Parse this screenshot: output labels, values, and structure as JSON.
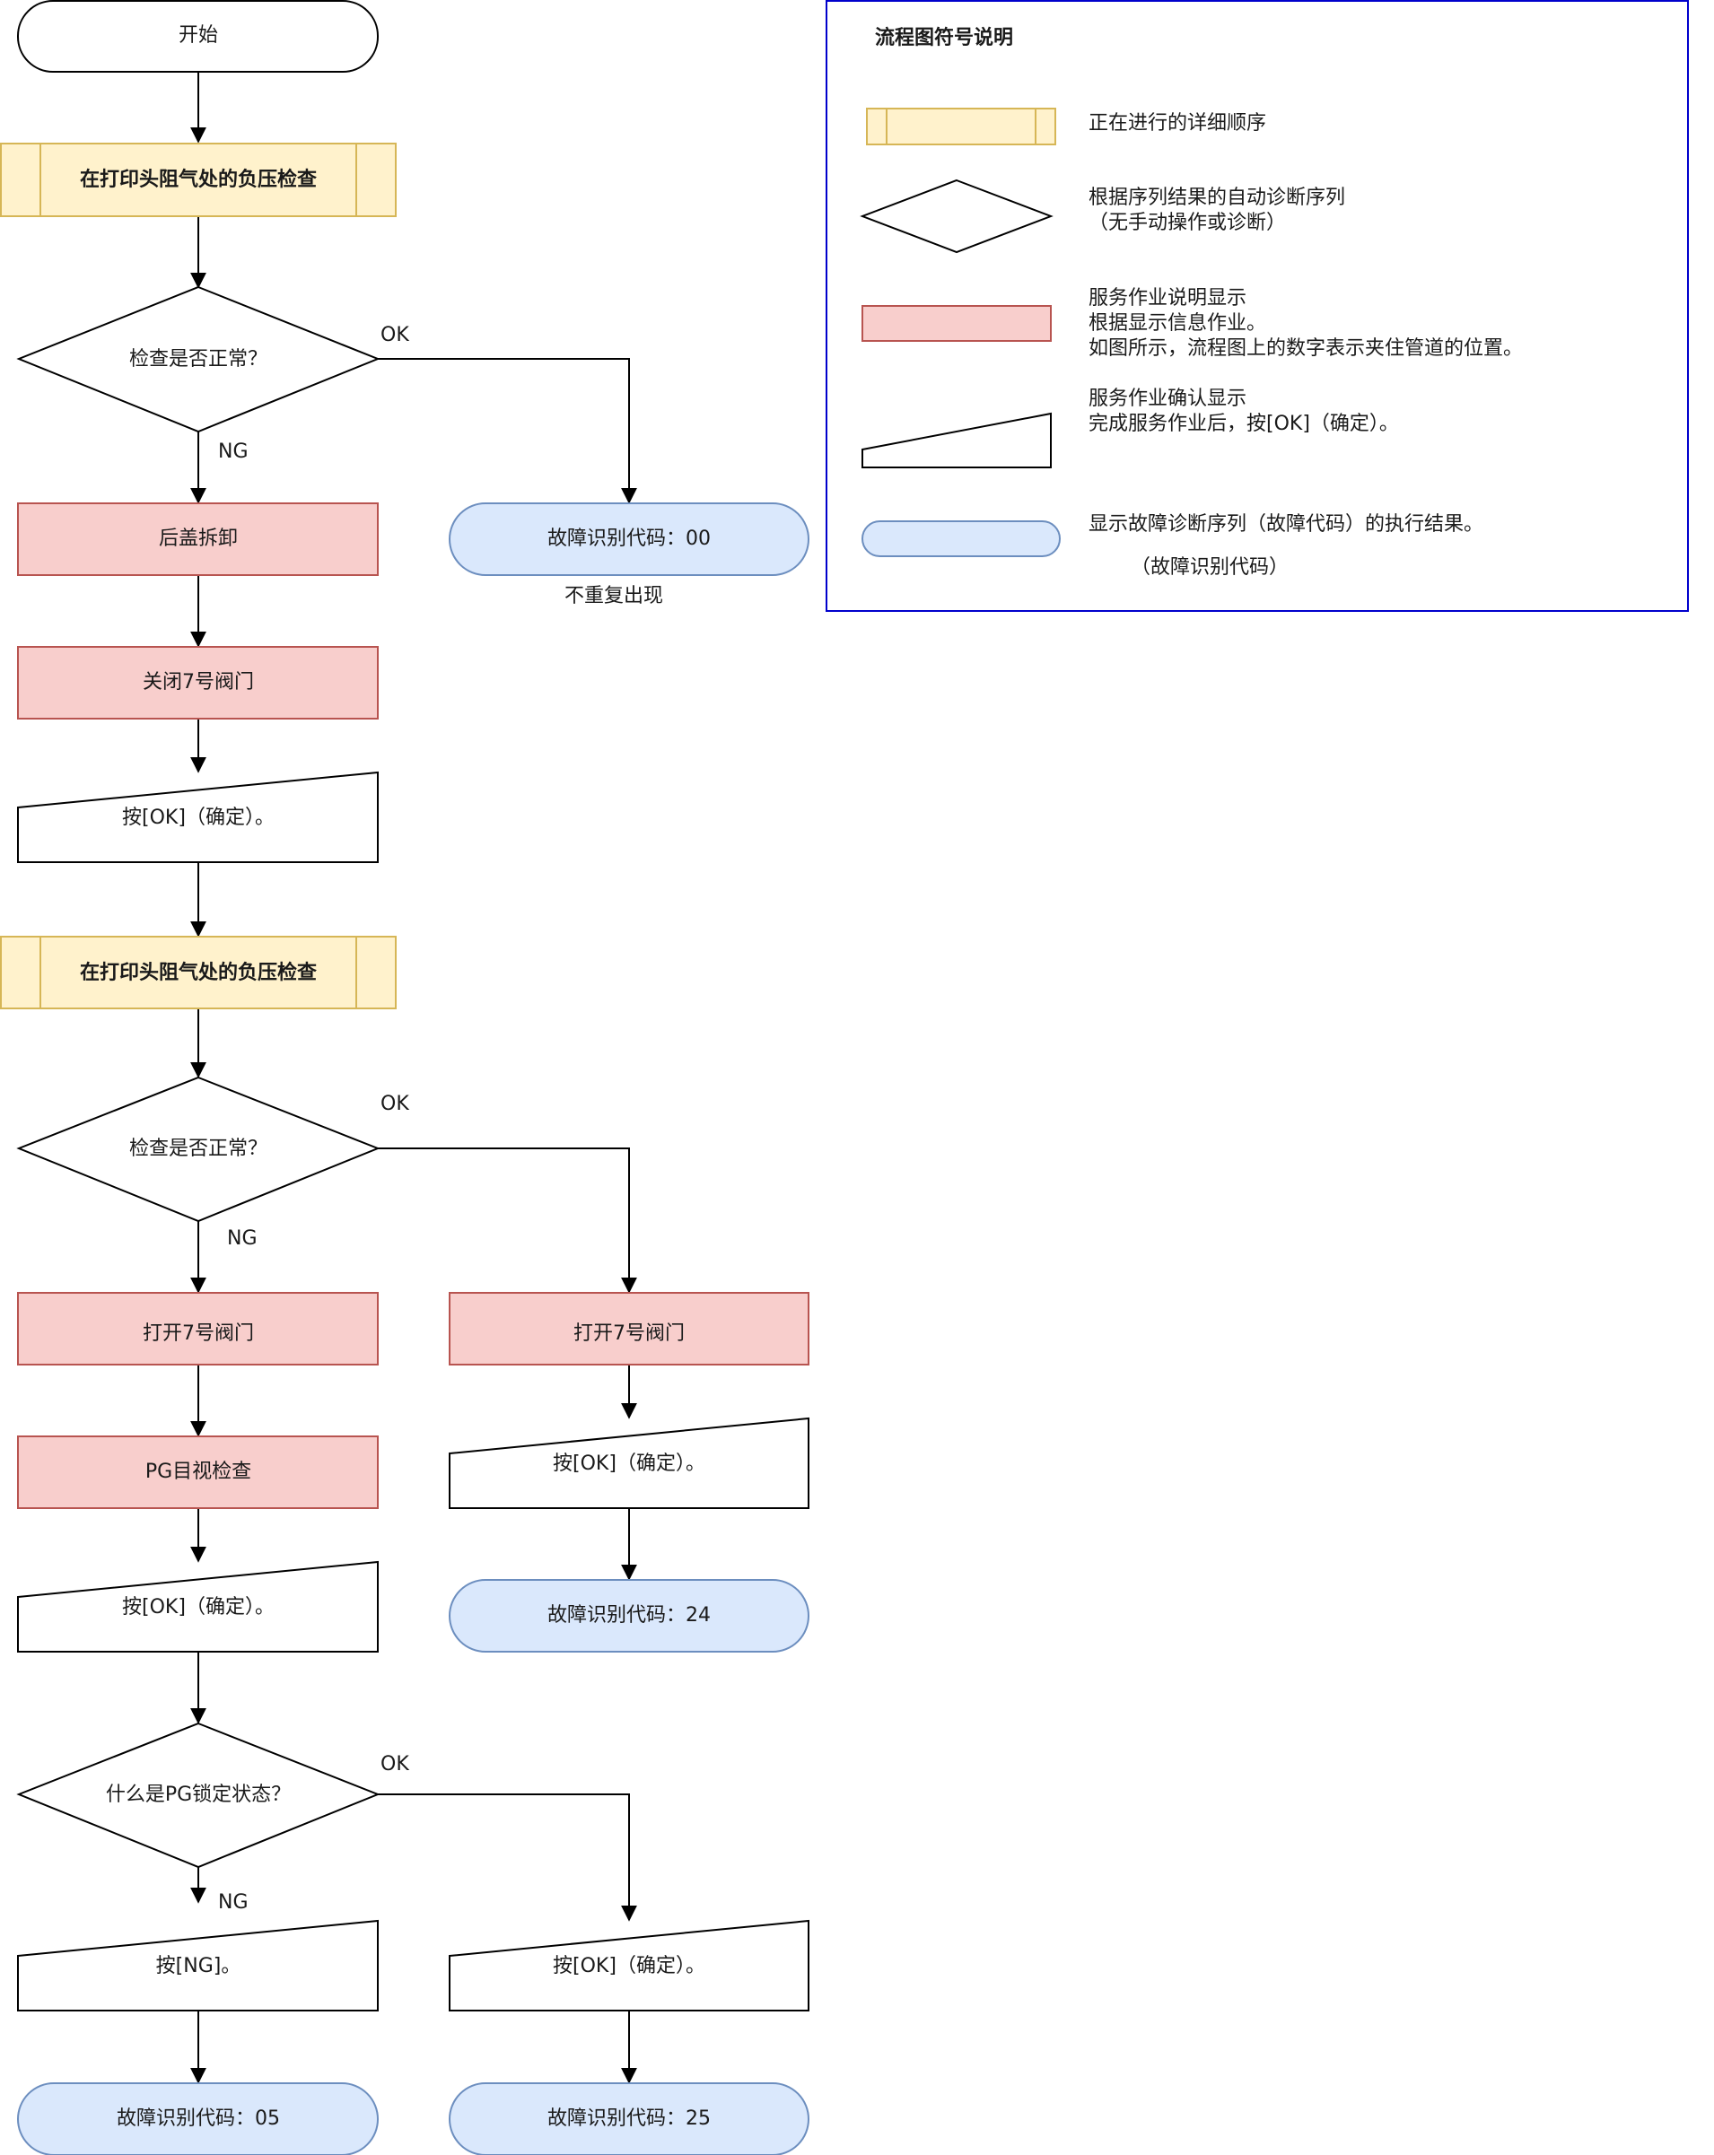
{
  "flow": {
    "start": "开始",
    "check_process_1": "在打印头阻气处的负压检查",
    "decision_1": "检查是否正常？",
    "ok_1": "OK",
    "ng_1": "NG",
    "remove_cover": "后盖拆卸",
    "code_00": "故障识别代码：00",
    "no_repeat": "不重复出现",
    "close_valve7": "关闭7号阀门",
    "press_ok_1": "按[OK]（确定）。",
    "check_process_2": "在打印头阻气处的负压检查",
    "decision_2": "检查是否正常？",
    "ok_2": "OK",
    "ng_2": "NG",
    "open_valve7_left": "打开7号阀门",
    "open_valve7_right": "打开7号阀门",
    "pg_visual": "PG目视检查",
    "press_ok_2": "按[OK]（确定）。",
    "press_ok_right": "按[OK]（确定）。",
    "code_24": "故障识别代码：24",
    "decision_3": "什么是PG锁定状态？",
    "ok_3": "OK",
    "ng_3": "NG",
    "press_ng": "按[NG]。",
    "press_ok_3": "按[OK]（确定）。",
    "code_05": "故障识别代码：05",
    "code_25": "故障识别代码：25"
  },
  "legend": {
    "title": "流程图符号说明",
    "item1": "正在进行的详细顺序",
    "item2_line1": "根据序列结果的自动诊断序列",
    "item2_line2": "（无手动操作或诊断）",
    "item3_line1": "服务作业说明显示",
    "item3_line2": "根据显示信息作业。",
    "item3_line3": "如图所示，流程图上的数字表示夹住管道的位置。",
    "item4_line1": "服务作业确认显示",
    "item4_line2": "完成服务作业后，按[OK]（确定）。",
    "item5_line1": "显示故障诊断序列（故障代码）的执行结果。",
    "item5_line2": "（故障识别代码）"
  },
  "colors": {
    "process_fill": "#fff2cc",
    "process_stroke": "#d6b656",
    "action_fill": "#f8cecc",
    "action_stroke": "#b85450",
    "result_fill": "#dae8fc",
    "result_stroke": "#6c8ebf",
    "legend_border": "#0000cc",
    "line": "#000000"
  }
}
